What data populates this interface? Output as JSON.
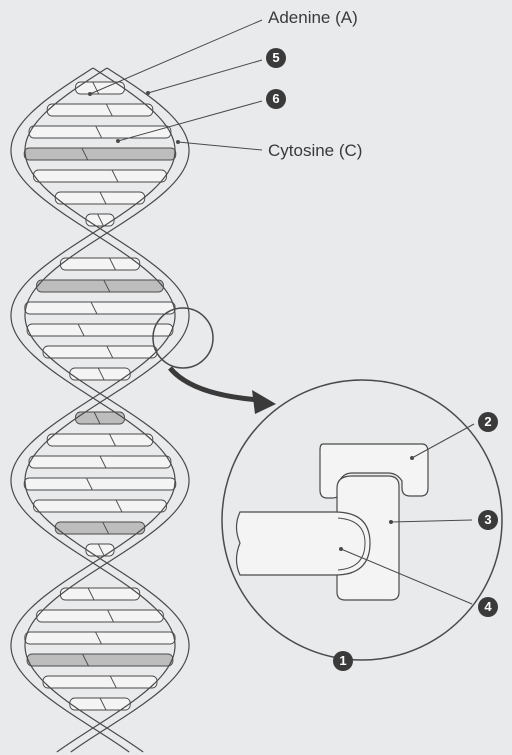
{
  "labels": {
    "adenine": "Adenine (A)",
    "cytosine": "Cytosine (C)"
  },
  "markers": {
    "m1": "1",
    "m2": "2",
    "m3": "3",
    "m4": "4",
    "m5": "5",
    "m6": "6"
  },
  "colors": {
    "background": "#e9eaec",
    "line": "#4a4a4a",
    "fill": "#f4f4f4",
    "shade": "#bdbdbd",
    "marker": "#3a3a3a"
  }
}
